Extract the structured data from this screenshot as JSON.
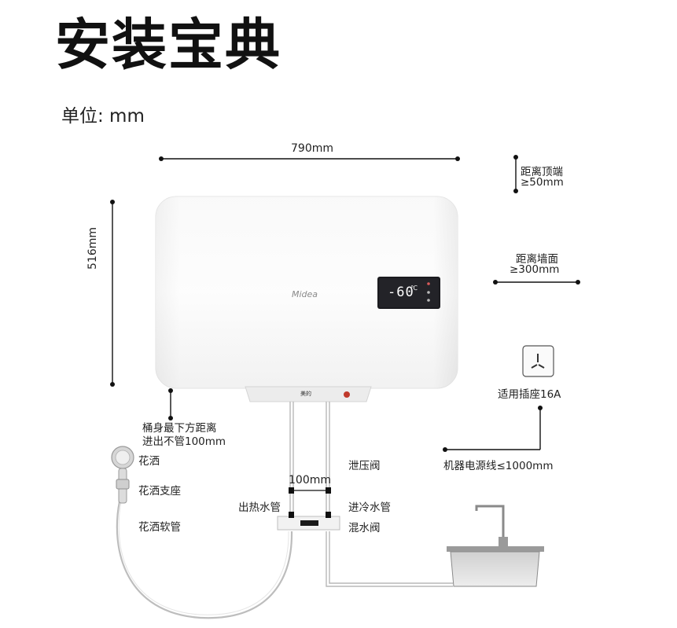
{
  "title": "安装宝典",
  "unit": "单位: mm",
  "dimensions": {
    "width": "790mm",
    "height": "516mm",
    "pipe_spacing": "100mm"
  },
  "clearances": {
    "top_line1": "距离顶端",
    "top_line2": "≥50mm",
    "wall_line1": "距离墙面",
    "wall_line2": "≥300mm",
    "bottom_line1": "桶身最下方距离",
    "bottom_line2": "进出不管100mm"
  },
  "heater": {
    "brand": "Midea",
    "display_value": "-60",
    "display_unit": "℃",
    "plate_label": "美的"
  },
  "socket": {
    "label": "适用插座16A"
  },
  "power_cord": {
    "label": "机器电源线≤1000mm"
  },
  "parts": {
    "shower_head": "花洒",
    "shower_holder": "花洒支座",
    "shower_hose": "花洒软管",
    "relief_valve": "泄压阀",
    "hot_outlet": "出热水管",
    "cold_inlet": "进冷水管",
    "mixing_valve": "混水阀"
  },
  "colors": {
    "line": "#111111",
    "tank_body": "#f3f3f3",
    "display_bg": "#1b1b1f",
    "display_text": "#ffffff",
    "pipe": "#b8b8b8",
    "sink": "#8a8a8a"
  }
}
